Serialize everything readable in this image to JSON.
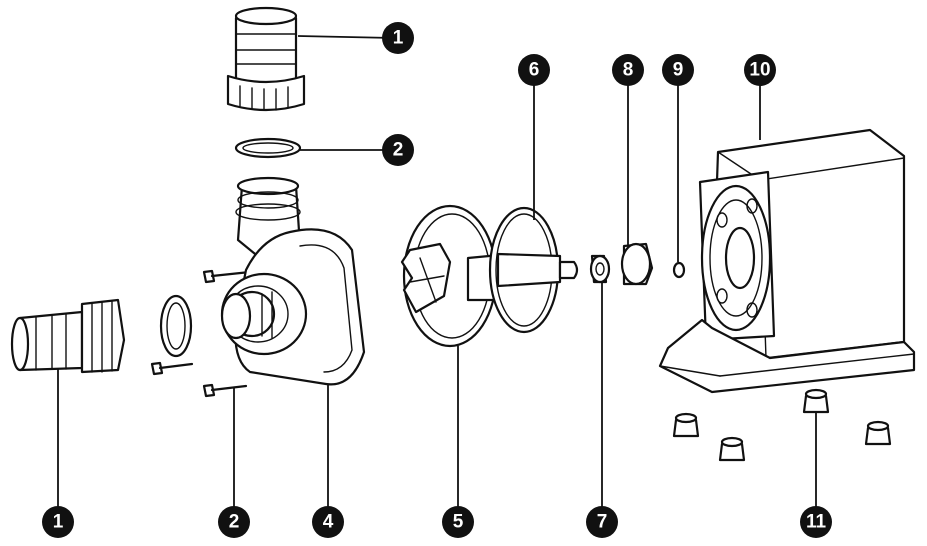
{
  "callouts": {
    "fitting_top": "1",
    "oring_top": "2",
    "fitting_bottom": "1",
    "screws": "2",
    "volute": "4",
    "impeller": "5",
    "oring_large": "6",
    "bushing_small": "7",
    "bushing_large": "8",
    "shaft_end": "9",
    "motor": "10",
    "foot": "11"
  },
  "colors": {
    "ink": "#111111",
    "paper": "#ffffff"
  }
}
